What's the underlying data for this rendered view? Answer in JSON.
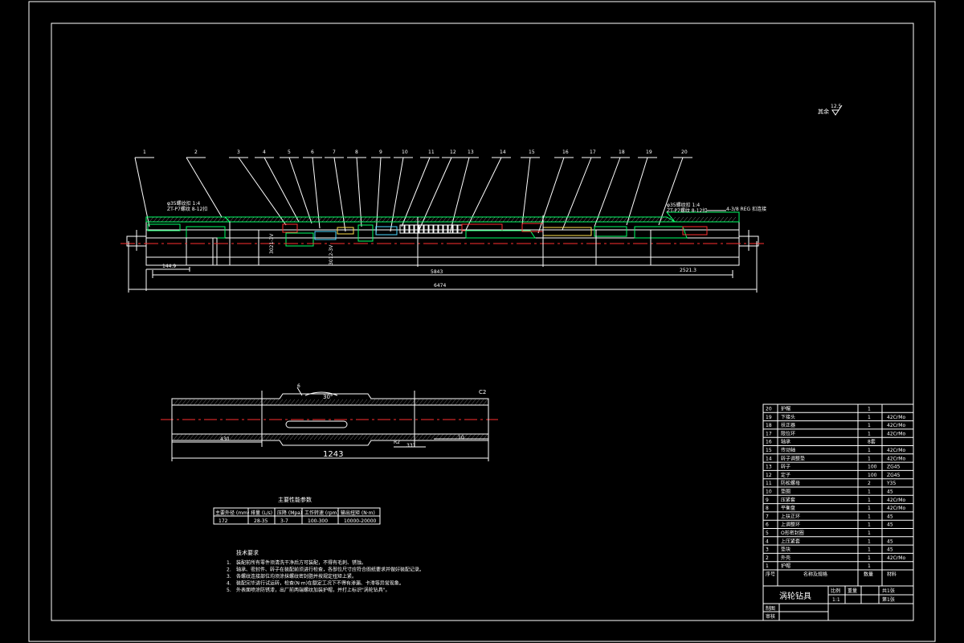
{
  "drawing": {
    "roughness_note": {
      "prefix": "其余",
      "value": "12.5"
    },
    "balloons": [
      "1",
      "2",
      "3",
      "4",
      "5",
      "6",
      "7",
      "8",
      "9",
      "10",
      "11",
      "12",
      "13",
      "14",
      "15",
      "16",
      "17",
      "18",
      "19",
      "20"
    ],
    "assembly_dims": {
      "left_len": "144.9",
      "center_len": "5843",
      "right_len": "2521.3",
      "overall_len": "6474"
    },
    "annotations": {
      "left_a": "φ35螺纹扣 1:4",
      "left_b": "ZT-P7螺纹 8-12扣",
      "center_a": "3021-3V",
      "center_b": "3012-3V",
      "right_a": "φ35螺纹扣 1:4",
      "right_b": "ZT-P7螺纹 8-12扣",
      "right_c": "4-3/8 REG 扣连接"
    },
    "part_detail": {
      "angle": "30°",
      "chamfer": "C2",
      "dim_1": "430",
      "dim_2": "R2",
      "dim_3": "331",
      "dim_4": "10",
      "overall": "1243",
      "ref": "6"
    }
  },
  "params_table": {
    "title": "主要性能参数",
    "headers": [
      "主要外径 (mm)",
      "排量 (L/s)",
      "压降 (Mpa)",
      "工作转速 (rpm)",
      "输出扭矩 (N·m)"
    ],
    "row": [
      "172",
      "28-35",
      "3-7",
      "100-300",
      "10000-20000"
    ]
  },
  "tech_requirements": {
    "title": "技术要求",
    "items": [
      {
        "n": "1.",
        "text": "装配前所有零件须清洗干净后方可装配，不得有毛刺、锈蚀。"
      },
      {
        "n": "2.",
        "text": "轴承、密封件、转子在装配前须进行检查，各部位尺寸应符合图纸要求并做好装配记录。"
      },
      {
        "n": "3.",
        "text": "各螺纹连接部位均须涂抹螺纹密封脂并按规定扭矩上紧。"
      },
      {
        "n": "4.",
        "text": "装配完毕进行试运转，检查(N·m)在额定工况下不得有渗漏、卡滞等异常现象。"
      },
      {
        "n": "5.",
        "text": "外表面喷涂防锈漆，出厂前两端螺纹加装护帽，并打上标识\"涡轮钻具\"。"
      }
    ]
  },
  "parts_list": {
    "rows": [
      {
        "no": "20",
        "name": "护帽",
        "qty": "1",
        "mat": ""
      },
      {
        "no": "19",
        "name": "下接头",
        "qty": "1",
        "mat": "42CrMo"
      },
      {
        "no": "18",
        "name": "扶正器",
        "qty": "1",
        "mat": "42CrMo"
      },
      {
        "no": "17",
        "name": "限位环",
        "qty": "1",
        "mat": "42CrMo"
      },
      {
        "no": "16",
        "name": "轴承",
        "qty": "8套",
        "mat": ""
      },
      {
        "no": "15",
        "name": "传动轴",
        "qty": "1",
        "mat": "42CrMo"
      },
      {
        "no": "14",
        "name": "转子调整垫",
        "qty": "1",
        "mat": "42CrMo"
      },
      {
        "no": "13",
        "name": "转子",
        "qty": "100",
        "mat": "ZG45"
      },
      {
        "no": "12",
        "name": "定子",
        "qty": "100",
        "mat": "ZG45"
      },
      {
        "no": "11",
        "name": "防松螺母",
        "qty": "2",
        "mat": "Y35"
      },
      {
        "no": "10",
        "name": "垫圈",
        "qty": "1",
        "mat": "45"
      },
      {
        "no": "9",
        "name": "压紧套",
        "qty": "1",
        "mat": "42CrMo"
      },
      {
        "no": "8",
        "name": "平衡盘",
        "qty": "1",
        "mat": "42CrMo"
      },
      {
        "no": "7",
        "name": "上扶正环",
        "qty": "1",
        "mat": "45"
      },
      {
        "no": "6",
        "name": "上调整环",
        "qty": "1",
        "mat": "45"
      },
      {
        "no": "5",
        "name": "O形密封圈",
        "qty": "1",
        "mat": ""
      },
      {
        "no": "4",
        "name": "上压紧套",
        "qty": "1",
        "mat": "45"
      },
      {
        "no": "3",
        "name": "垫块",
        "qty": "1",
        "mat": "45"
      },
      {
        "no": "2",
        "name": "外壳",
        "qty": "1",
        "mat": "42CrMo"
      },
      {
        "no": "1",
        "name": "护帽",
        "qty": "1",
        "mat": ""
      }
    ],
    "header": {
      "no": "序号",
      "name": "名称及规格",
      "qty": "数量",
      "mat": "材料"
    }
  },
  "title_block": {
    "name": "涡轮钻具",
    "scale_label": "比例",
    "weight_label": "重量",
    "sheet_a": "共1张",
    "sheet_b": "第1张",
    "scale_value": "1:1",
    "drawn_label": "制图",
    "checked_label": "审核"
  }
}
